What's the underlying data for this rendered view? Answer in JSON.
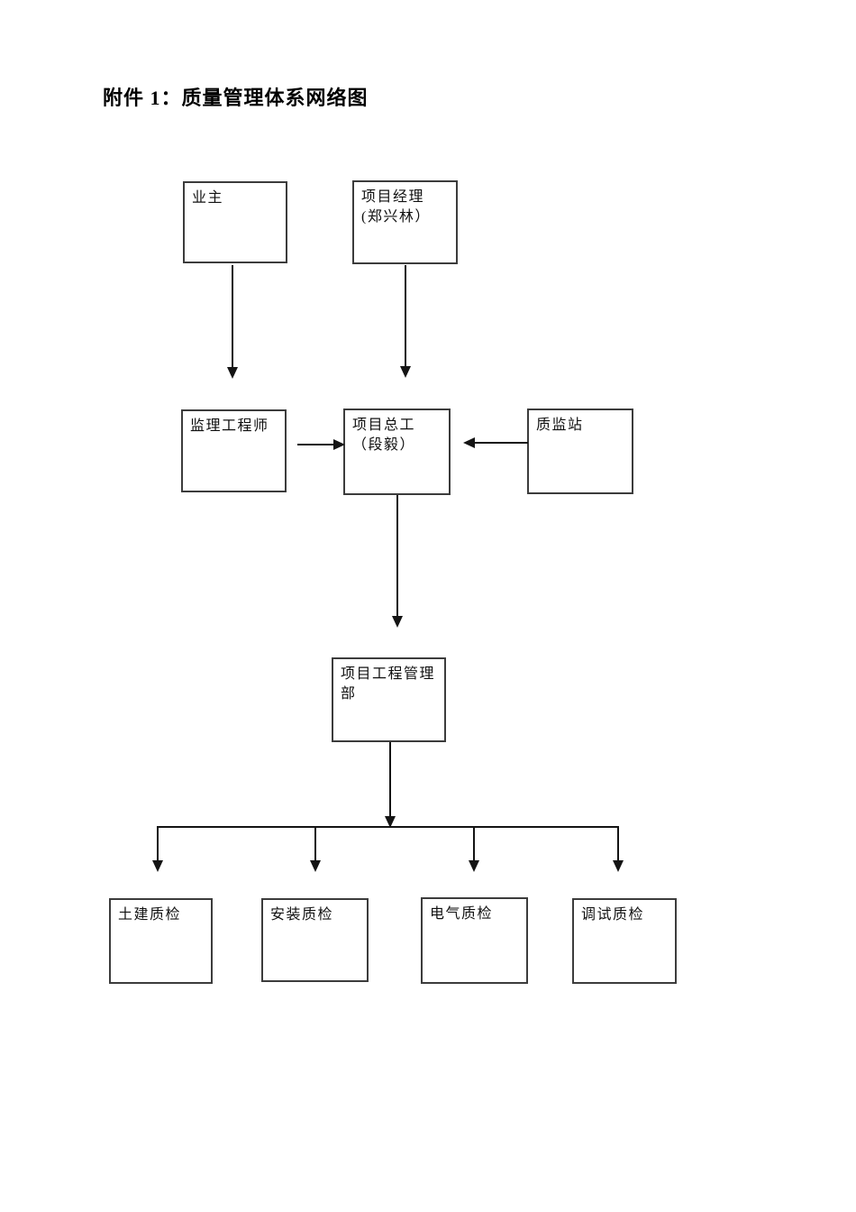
{
  "page": {
    "title": "附件 1：质量管理体系网络图"
  },
  "colors": {
    "background": "#ffffff",
    "line": "#141414",
    "box_border": "#3c3c3c",
    "text": "#111111"
  },
  "diagram": {
    "nodes": {
      "owner": {
        "label": "业主"
      },
      "project_manager": {
        "label": "项目经理\n(郑兴林）"
      },
      "supervision_engineer": {
        "label": "监理工程师"
      },
      "chief_engineer": {
        "label": "项目总工\n（段毅）"
      },
      "quality_station": {
        "label": "质监站"
      },
      "management_dept": {
        "label": "项目工程管理\n部"
      },
      "civil_qc": {
        "label": "土建质检"
      },
      "installation_qc": {
        "label": "安装质检"
      },
      "electrical_qc": {
        "label": "电气质检"
      },
      "commissioning_qc": {
        "label": "调试质检"
      }
    },
    "edges": [
      {
        "from": "owner",
        "to": "supervision_engineer",
        "direction": "down"
      },
      {
        "from": "project_manager",
        "to": "chief_engineer",
        "direction": "down"
      },
      {
        "from": "supervision_engineer",
        "to": "chief_engineer",
        "direction": "right"
      },
      {
        "from": "quality_station",
        "to": "chief_engineer",
        "direction": "left"
      },
      {
        "from": "chief_engineer",
        "to": "management_dept",
        "direction": "down"
      },
      {
        "from": "management_dept",
        "to": "civil_qc",
        "direction": "down"
      },
      {
        "from": "management_dept",
        "to": "installation_qc",
        "direction": "down"
      },
      {
        "from": "management_dept",
        "to": "electrical_qc",
        "direction": "down"
      },
      {
        "from": "management_dept",
        "to": "commissioning_qc",
        "direction": "down"
      }
    ]
  }
}
